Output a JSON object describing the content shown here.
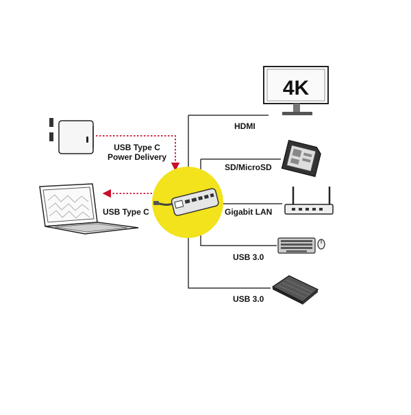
{
  "colors": {
    "accent_yellow": "#f2e31c",
    "arrow_red": "#c8102e",
    "line": "#333333"
  },
  "diagram": {
    "hub": {
      "name": "usb-c-hub"
    },
    "inputs": [
      {
        "id": "power",
        "label_line1": "USB Type C",
        "label_line2": "Power Delivery",
        "icon": "power-adapter-icon"
      },
      {
        "id": "host",
        "label": "USB Type C",
        "icon": "laptop-icon"
      }
    ],
    "outputs": [
      {
        "id": "hdmi",
        "label": "HDMI",
        "icon": "monitor-icon",
        "screen_text": "4K"
      },
      {
        "id": "sd",
        "label": "SD/MicroSD",
        "icon": "sd-card-icon"
      },
      {
        "id": "lan",
        "label": "Gigabit LAN",
        "icon": "router-icon"
      },
      {
        "id": "usb1",
        "label": "USB 3.0",
        "icon": "keyboard-mouse-icon"
      },
      {
        "id": "usb2",
        "label": "USB 3.0",
        "icon": "external-drive-icon"
      }
    ]
  }
}
